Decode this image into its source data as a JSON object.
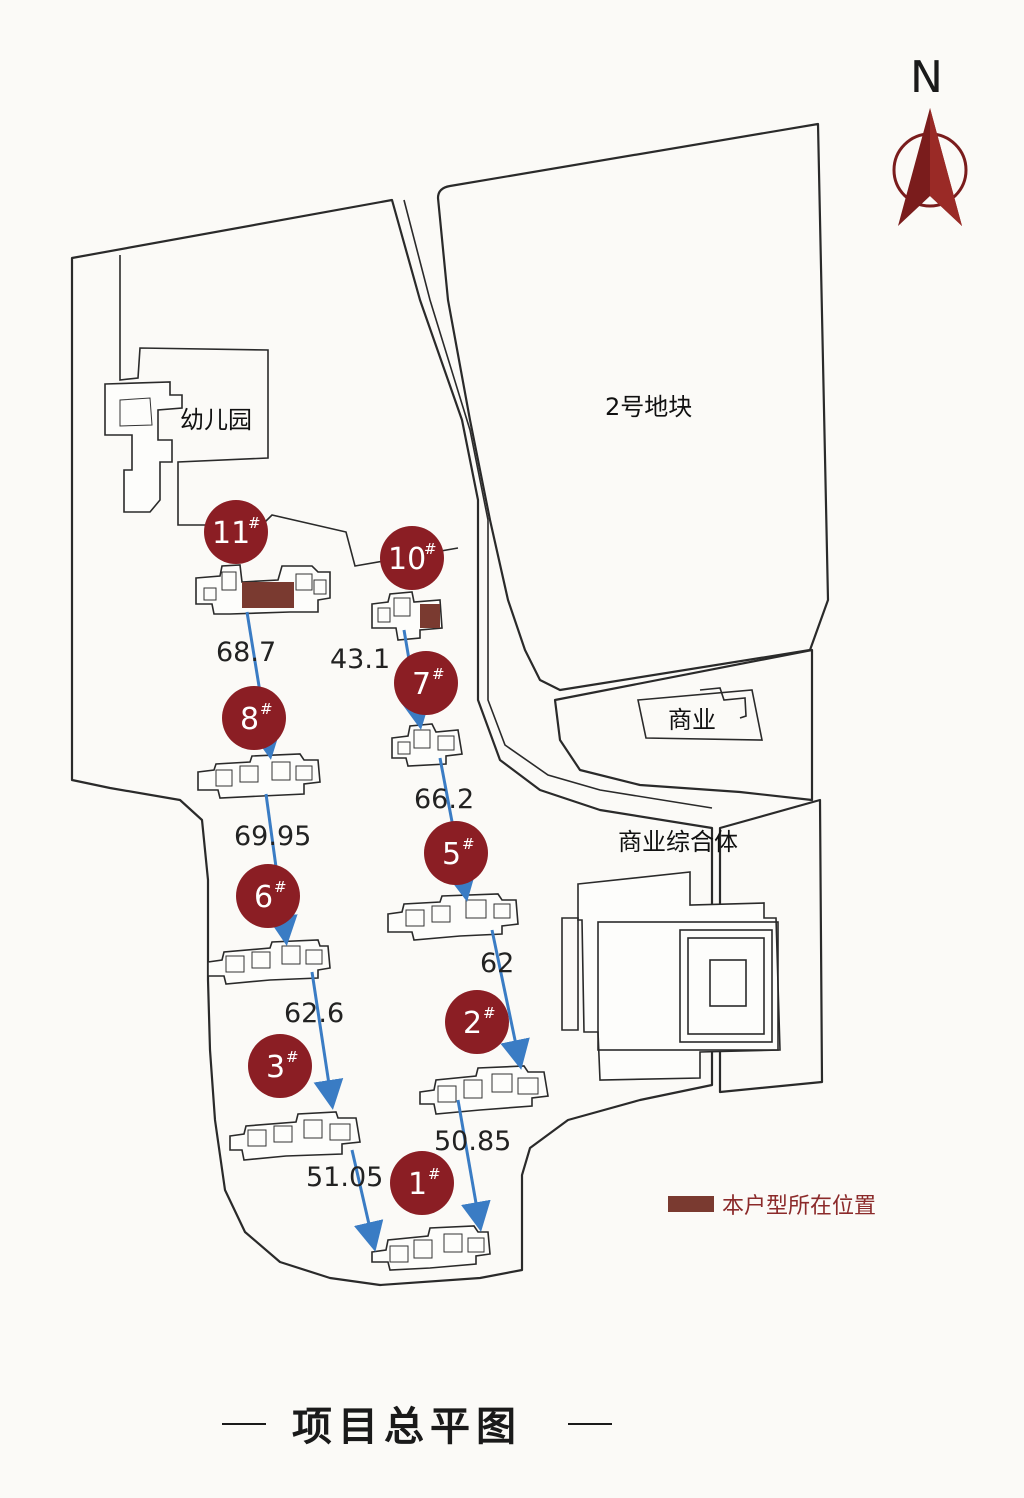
{
  "title": "项目总平图",
  "north_label": "N",
  "legend": {
    "label": "本户型所在位置",
    "swatch_color": "#7a3a30"
  },
  "areas": {
    "kindergarten": "幼儿园",
    "plot2": "2号地块",
    "commercial": "商业",
    "commercial_complex": "商业综合体"
  },
  "buildings": [
    {
      "id": "b11",
      "num": "11",
      "sup": "#",
      "highlighted": true
    },
    {
      "id": "b10",
      "num": "10",
      "sup": "#",
      "highlighted": true
    },
    {
      "id": "b8",
      "num": "8",
      "sup": "#",
      "highlighted": false
    },
    {
      "id": "b7",
      "num": "7",
      "sup": "#",
      "highlighted": false
    },
    {
      "id": "b6",
      "num": "6",
      "sup": "#",
      "highlighted": false
    },
    {
      "id": "b5",
      "num": "5",
      "sup": "#",
      "highlighted": false
    },
    {
      "id": "b3",
      "num": "3",
      "sup": "#",
      "highlighted": false
    },
    {
      "id": "b2",
      "num": "2",
      "sup": "#",
      "highlighted": false
    },
    {
      "id": "b1",
      "num": "1",
      "sup": "#",
      "highlighted": false
    }
  ],
  "distances": [
    {
      "from": "11",
      "to": "8",
      "value": "68.7"
    },
    {
      "from": "10",
      "to": "7",
      "value": "43.1"
    },
    {
      "from": "8",
      "to": "6",
      "value": "69.95"
    },
    {
      "from": "7",
      "to": "5",
      "value": "66.2"
    },
    {
      "from": "6",
      "to": "3",
      "value": "62.6"
    },
    {
      "from": "5",
      "to": "2",
      "value": "62"
    },
    {
      "from": "3",
      "to": "1",
      "value": "51.05"
    },
    {
      "from": "2",
      "to": "1",
      "value": "50.85"
    }
  ],
  "colors": {
    "badge": "#8b1e24",
    "arrow": "#3a7cc4",
    "outline": "#2a2a2a",
    "compass": "#7a1c1c"
  }
}
